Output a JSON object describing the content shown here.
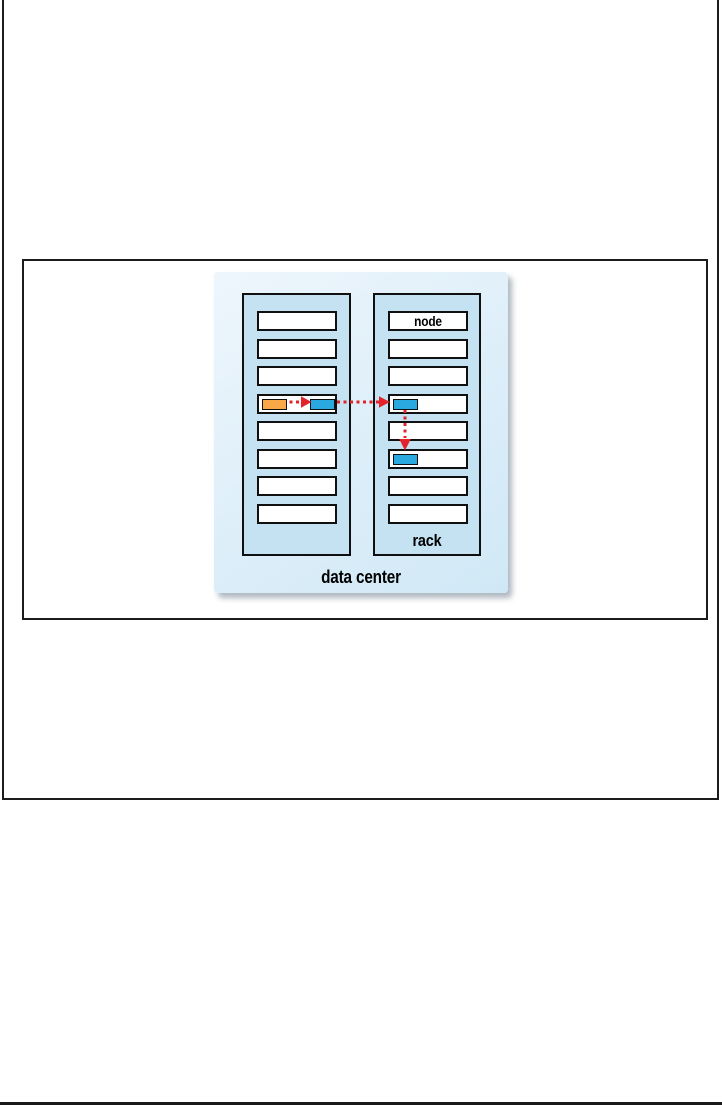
{
  "figure": {
    "diagram": {
      "data_center_label": "data center",
      "rack_label": "rack",
      "node_label": "node",
      "racks": [
        {
          "name": "left-rack",
          "label": "",
          "slots": [
            {},
            {},
            {},
            {
              "blocks": [
                "orange",
                "blue"
              ]
            },
            {},
            {},
            {},
            {}
          ]
        },
        {
          "name": "right-rack",
          "label": "rack",
          "slots": [
            {
              "label": "node"
            },
            {},
            {},
            {
              "blocks": [
                "blue"
              ]
            },
            {},
            {
              "blocks": [
                "blue"
              ]
            },
            {},
            {}
          ]
        }
      ],
      "arrows": [
        {
          "style": "red-dotted",
          "from": "orange-block",
          "to": "blue-block-same-node"
        },
        {
          "style": "red-dotted",
          "from": "blue-block-left-rack",
          "to": "blue-block-right-rack"
        },
        {
          "style": "red-dotted",
          "from": "blue-block-right-rack",
          "to": "blue-block-lower-node-same-rack"
        }
      ],
      "colors": {
        "data_center_fill": "#ddeef9",
        "rack_fill": "#c5e2f3",
        "slot_fill": "#ffffff",
        "block_orange": "#f9a848",
        "block_blue": "#2aa9e0",
        "arrow_red": "#e2232a",
        "outline": "#101010"
      }
    }
  }
}
